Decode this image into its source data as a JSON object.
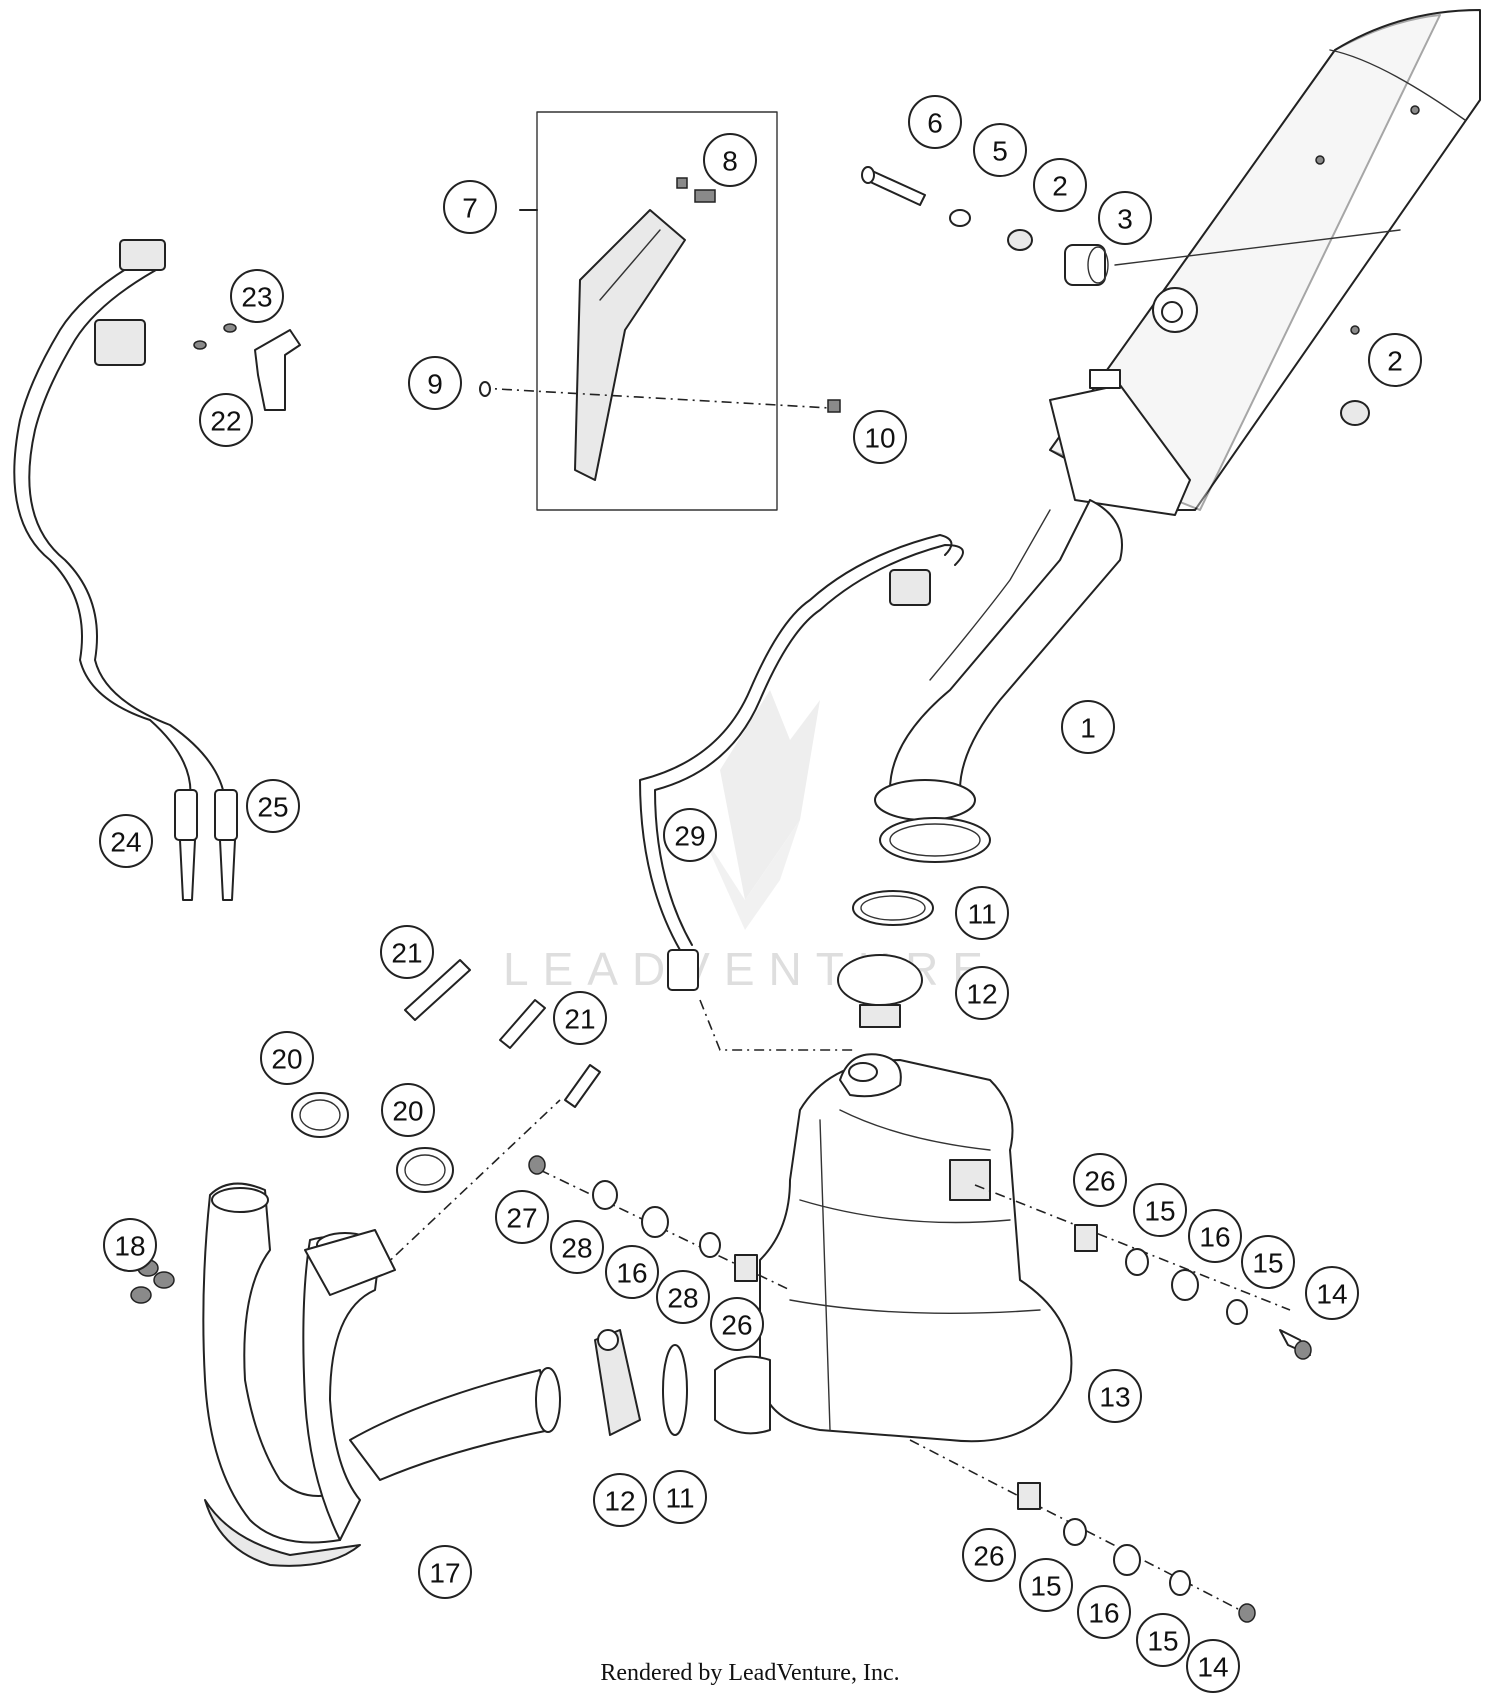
{
  "callouts": [
    {
      "label": "1"
    },
    {
      "label": "2"
    },
    {
      "label": "2"
    },
    {
      "label": "3"
    },
    {
      "label": "5"
    },
    {
      "label": "6"
    },
    {
      "label": "7"
    },
    {
      "label": "8"
    },
    {
      "label": "9"
    },
    {
      "label": "10"
    },
    {
      "label": "11"
    },
    {
      "label": "11"
    },
    {
      "label": "12"
    },
    {
      "label": "12"
    },
    {
      "label": "13"
    },
    {
      "label": "14"
    },
    {
      "label": "14"
    },
    {
      "label": "15"
    },
    {
      "label": "15"
    },
    {
      "label": "15"
    },
    {
      "label": "15"
    },
    {
      "label": "16"
    },
    {
      "label": "16"
    },
    {
      "label": "16"
    },
    {
      "label": "17"
    },
    {
      "label": "18"
    },
    {
      "label": "20"
    },
    {
      "label": "20"
    },
    {
      "label": "21"
    },
    {
      "label": "21"
    },
    {
      "label": "22"
    },
    {
      "label": "23"
    },
    {
      "label": "24"
    },
    {
      "label": "25"
    },
    {
      "label": "26"
    },
    {
      "label": "26"
    },
    {
      "label": "26"
    },
    {
      "label": "27"
    },
    {
      "label": "28"
    },
    {
      "label": "28"
    },
    {
      "label": "29"
    }
  ],
  "watermark": {
    "text": "LEADVENTURE"
  },
  "footer": {
    "text": "Rendered by LeadVenture, Inc."
  }
}
